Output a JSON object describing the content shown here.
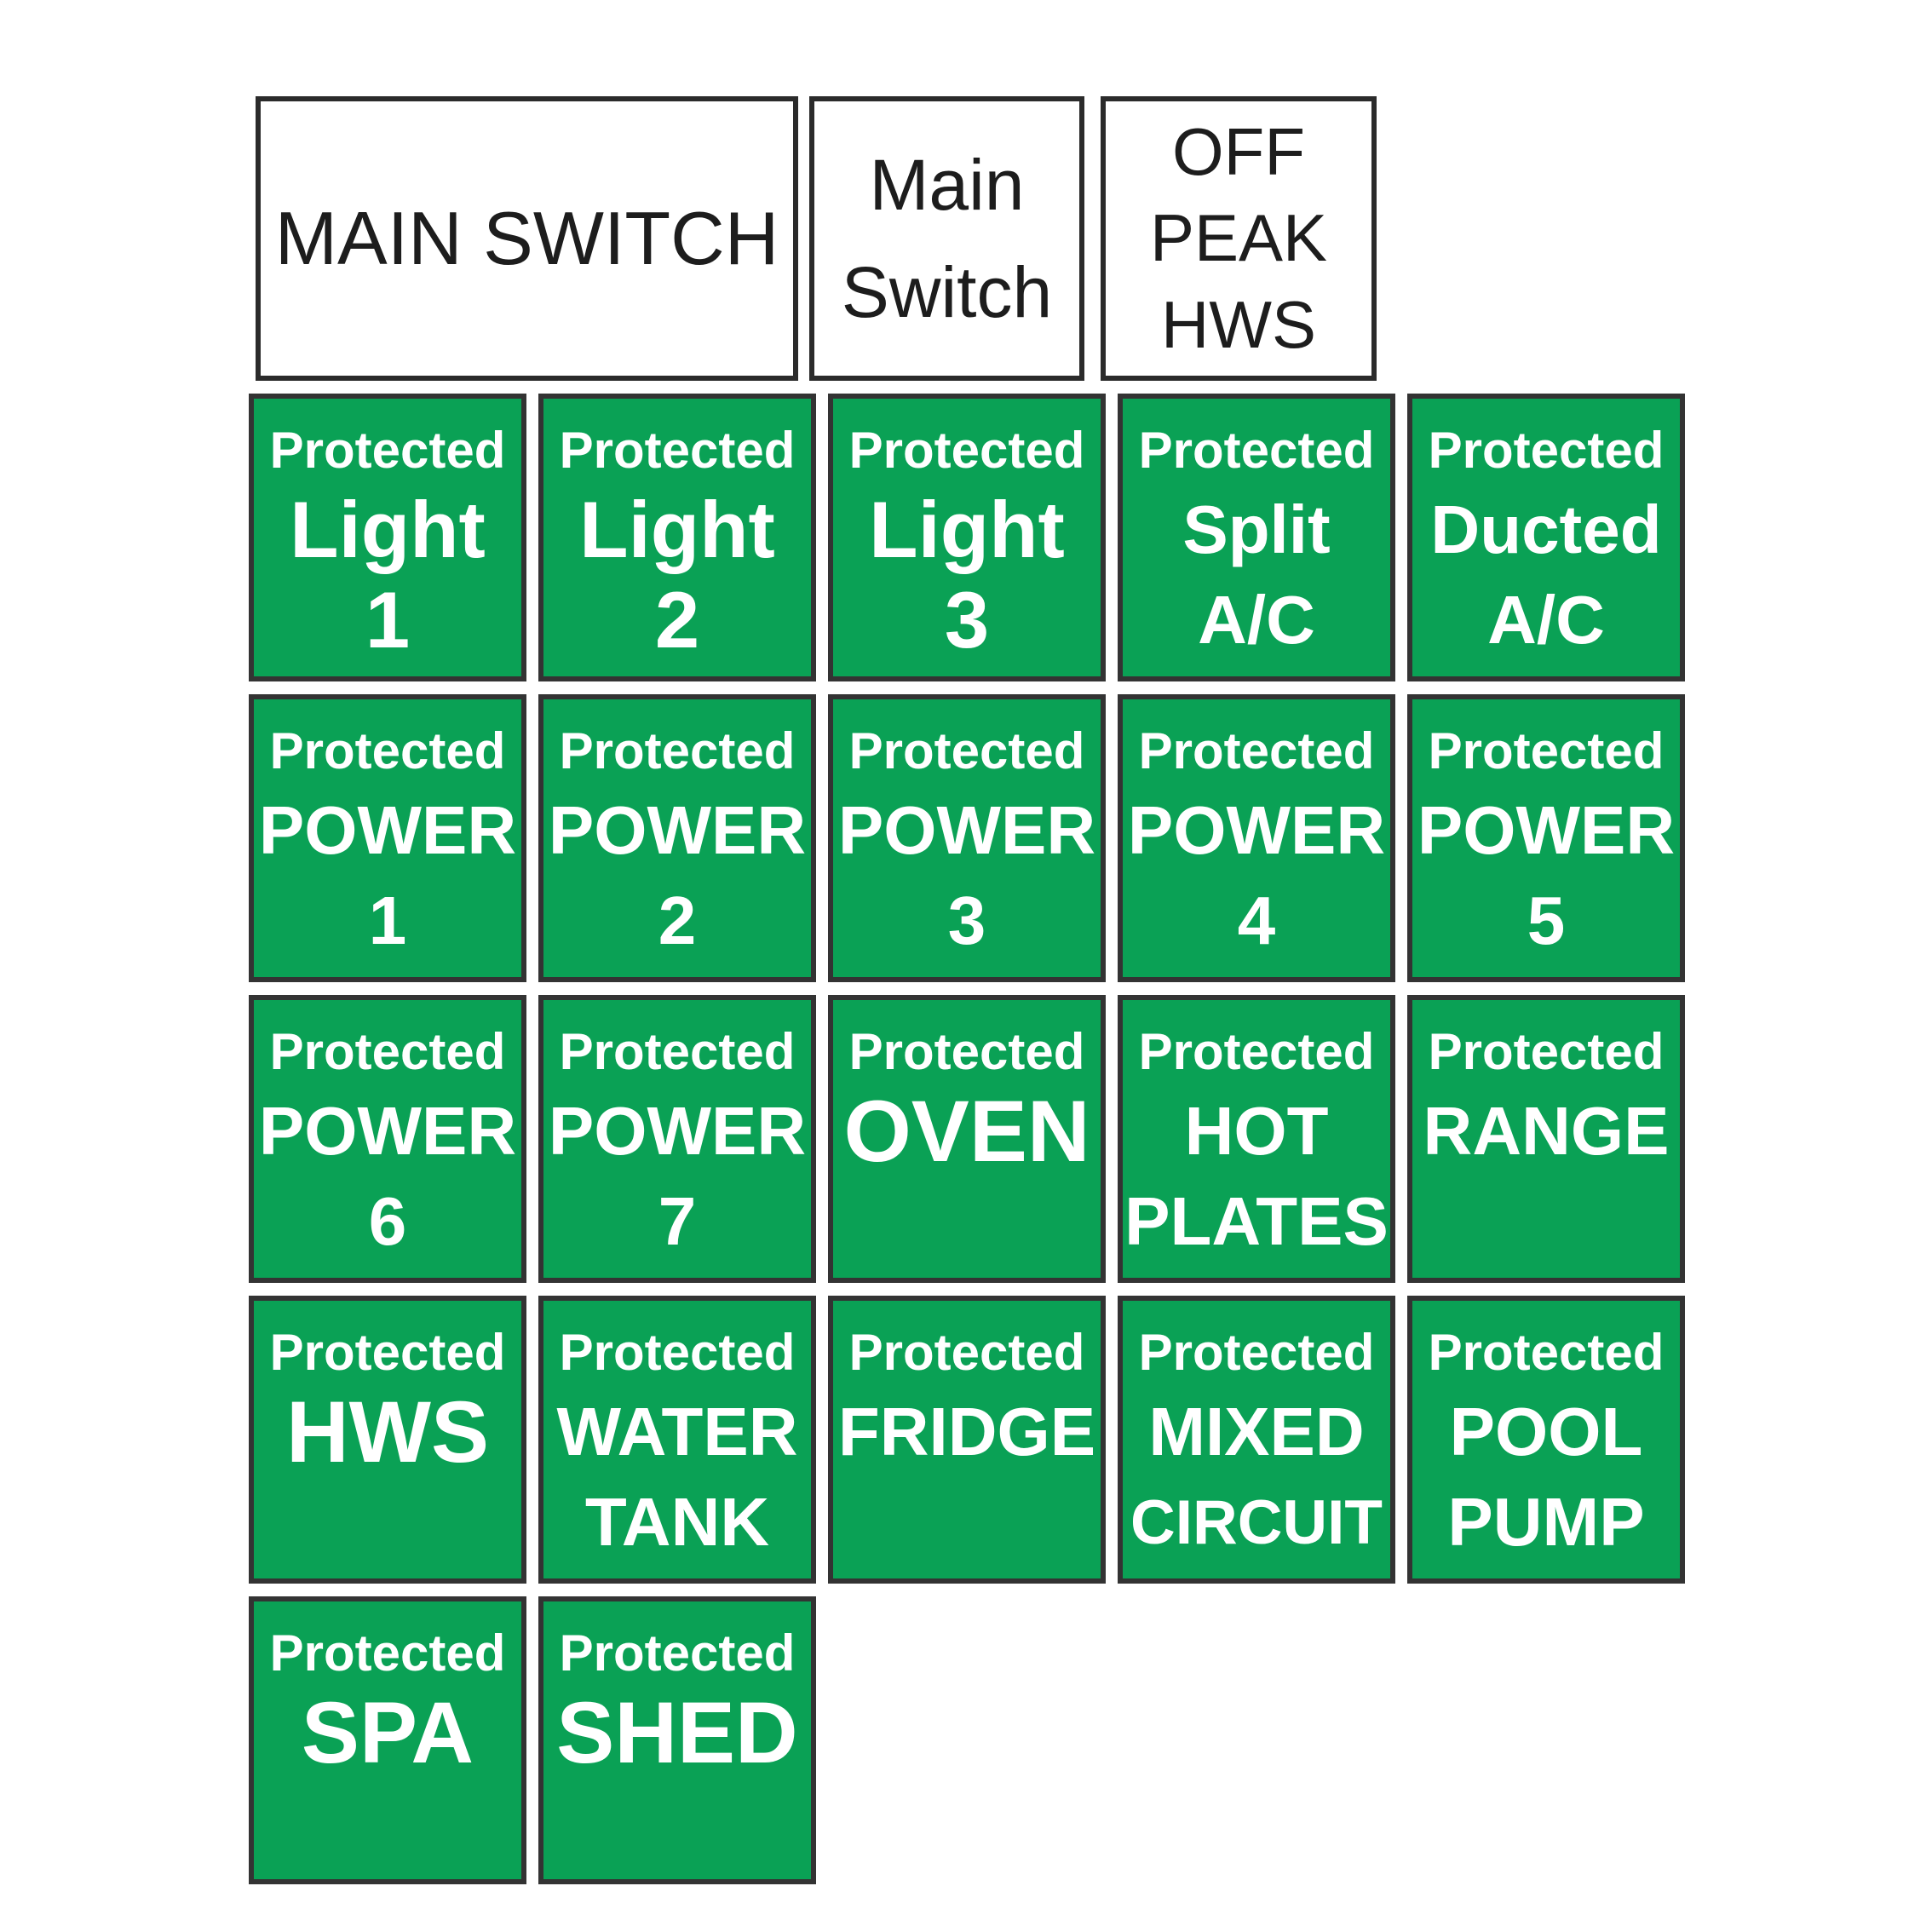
{
  "colors": {
    "label_green": "#0aa155",
    "label_border": "#333333",
    "label_text": "#ffffff",
    "header_box_bg": "#ffffff",
    "header_box_border": "#2b2b2b",
    "header_text": "#1d1d1d"
  },
  "header": {
    "main_switch": {
      "lines": [
        "MAIN SWITCH"
      ]
    },
    "main_switch_small": {
      "lines": [
        "Main",
        "Switch"
      ]
    },
    "off_peak_hws": {
      "lines": [
        "OFF",
        "PEAK",
        "HWS"
      ]
    }
  },
  "labels": [
    {
      "prefix": "Protected",
      "main": "Light",
      "sub": "1"
    },
    {
      "prefix": "Protected",
      "main": "Light",
      "sub": "2"
    },
    {
      "prefix": "Protected",
      "main": "Light",
      "sub": "3"
    },
    {
      "prefix": "Protected",
      "main": "Split",
      "sub": "A/C"
    },
    {
      "prefix": "Protected",
      "main": "Ducted",
      "sub": "A/C"
    },
    {
      "prefix": "Protected",
      "main": "POWER",
      "sub": "1"
    },
    {
      "prefix": "Protected",
      "main": "POWER",
      "sub": "2"
    },
    {
      "prefix": "Protected",
      "main": "POWER",
      "sub": "3"
    },
    {
      "prefix": "Protected",
      "main": "POWER",
      "sub": "4"
    },
    {
      "prefix": "Protected",
      "main": "POWER",
      "sub": "5"
    },
    {
      "prefix": "Protected",
      "main": "POWER",
      "sub": "6"
    },
    {
      "prefix": "Protected",
      "main": "POWER",
      "sub": "7"
    },
    {
      "prefix": "Protected",
      "main": "OVEN"
    },
    {
      "prefix": "Protected",
      "main": "HOT",
      "sub": "PLATES"
    },
    {
      "prefix": "Protected",
      "main": "RANGE"
    },
    {
      "prefix": "Protected",
      "main": "HWS"
    },
    {
      "prefix": "Protected",
      "main": "WATER",
      "sub": "TANK"
    },
    {
      "prefix": "Protected",
      "main": "FRIDGE"
    },
    {
      "prefix": "Protected",
      "main": "MIXED",
      "sub": "CIRCUIT"
    },
    {
      "prefix": "Protected",
      "main": "POOL",
      "sub": "PUMP"
    },
    {
      "prefix": "Protected",
      "main": "SPA"
    },
    {
      "prefix": "Protected",
      "main": "SHED"
    }
  ]
}
